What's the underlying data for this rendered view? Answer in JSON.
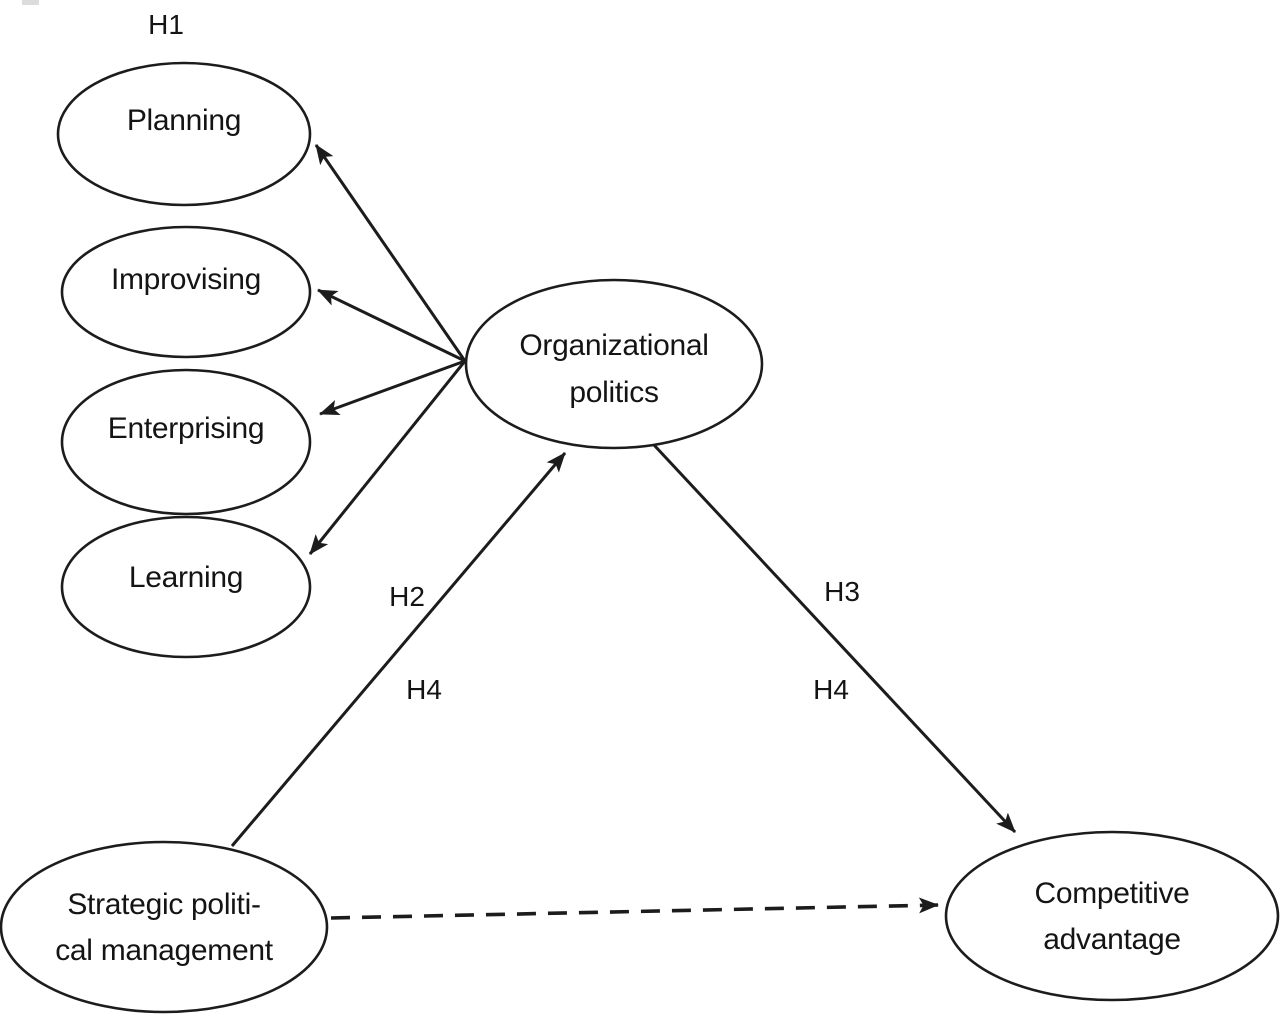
{
  "figure": {
    "type": "hypothesis-path-diagram",
    "background": "#ffffff",
    "ink_color": "#1c1c1c"
  },
  "nodes": {
    "planning": {
      "label": "Planning"
    },
    "improvising": {
      "label": "Improvising"
    },
    "enterprising": {
      "label": "Enterprising"
    },
    "learning": {
      "label": "Learning"
    },
    "organizational_politics": {
      "line1": "Organizational",
      "line2": "politics"
    },
    "strategic_political_management": {
      "line1": "Strategic politi-",
      "line2": "cal management"
    },
    "competitive_advantage": {
      "line1": "Competitive",
      "line2": "advantage"
    }
  },
  "labels": {
    "h1": "H1",
    "h2": "H2",
    "h3": "H3",
    "h4_left": "H4",
    "h4_right": "H4"
  },
  "edges": [
    {
      "from": "organizational_politics",
      "to": "planning",
      "style": "solid",
      "arrow": "end"
    },
    {
      "from": "organizational_politics",
      "to": "improvising",
      "style": "solid",
      "arrow": "end"
    },
    {
      "from": "organizational_politics",
      "to": "enterprising",
      "style": "solid",
      "arrow": "end"
    },
    {
      "from": "organizational_politics",
      "to": "learning",
      "style": "solid",
      "arrow": "end"
    },
    {
      "from": "strategic_political_management",
      "to": "organizational_politics",
      "style": "solid",
      "arrow": "end",
      "labels": [
        "H2",
        "H4"
      ]
    },
    {
      "from": "organizational_politics",
      "to": "competitive_advantage",
      "style": "solid",
      "arrow": "end",
      "labels": [
        "H3",
        "H4"
      ]
    },
    {
      "from": "strategic_political_management",
      "to": "competitive_advantage",
      "style": "dashed",
      "arrow": "end"
    }
  ]
}
